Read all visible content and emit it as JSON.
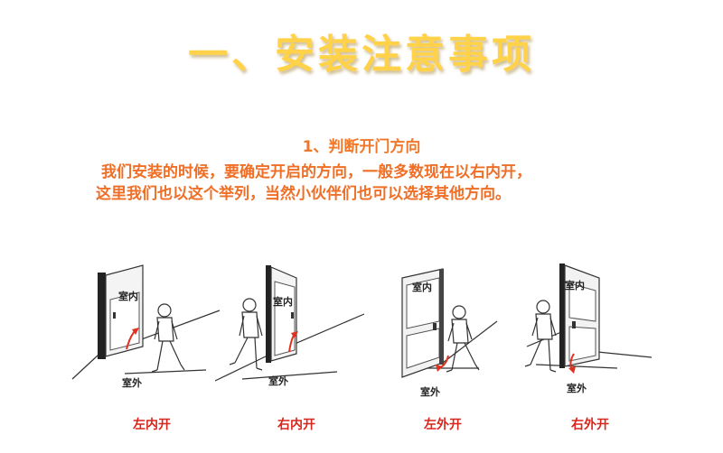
{
  "title": "一、安装注意事项",
  "subtitle": "1、判断开门方向",
  "paragraph": {
    "line1": "我们安装的时候，要确定开启的方向，一般多数现在以右内开，",
    "line2": "这里我们也以这个举列，当然小伙伴们也可以选择其他方向。"
  },
  "figures": [
    {
      "inside": "室内",
      "outside": "室外",
      "caption": "左内开"
    },
    {
      "inside": "室内",
      "outside": "室外",
      "caption": "右内开"
    },
    {
      "inside": "室内",
      "outside": "室外",
      "caption": "左外开"
    },
    {
      "inside": "室内",
      "outside": "室外",
      "caption": "右外开"
    }
  ],
  "colors": {
    "title": "#ffd24a",
    "text": "#ef6f27",
    "caption": "#d8261c",
    "arrow": "#e0301e"
  }
}
